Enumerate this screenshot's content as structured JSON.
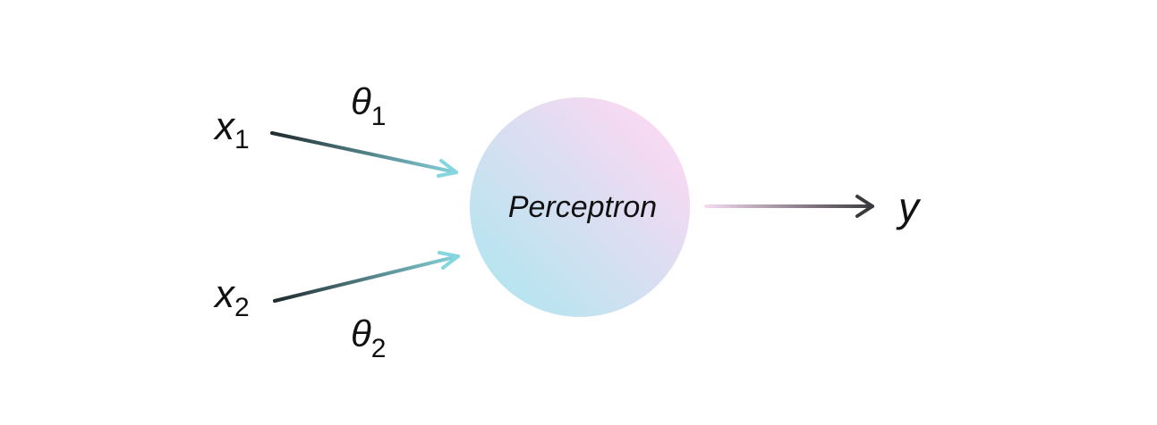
{
  "inputs": [
    {
      "symbol": "x",
      "subscript": "1"
    },
    {
      "symbol": "x",
      "subscript": "2"
    }
  ],
  "weights": [
    {
      "symbol": "θ",
      "subscript": "1"
    },
    {
      "symbol": "θ",
      "subscript": "2"
    }
  ],
  "node": {
    "label": "Perceptron"
  },
  "output": {
    "symbol": "y"
  },
  "colors": {
    "node_gradient_start": "#b3e5f0",
    "node_gradient_end": "#f8d9f2",
    "input_arrow_start": "#1f2a2d",
    "input_arrow_end": "#86d6e0",
    "output_arrow_start": "#f7d9f1",
    "output_arrow_end": "#3a3a3e",
    "text": "#111111"
  }
}
